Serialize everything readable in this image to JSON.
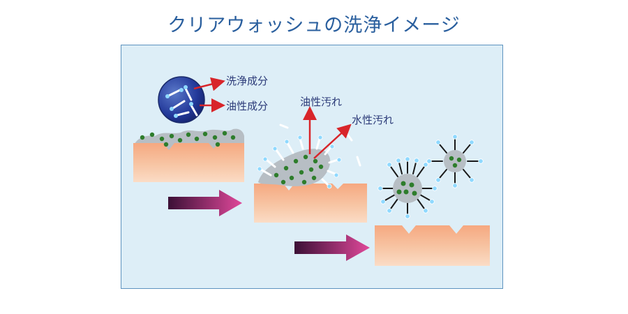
{
  "title": "クリアウォッシュの洗浄イメージ",
  "labels": {
    "cleansing_ingredient": "洗浄成分",
    "oil_ingredient": "油性成分",
    "oily_dirt": "油性汚れ",
    "water_dirt": "水性汚れ"
  },
  "colors": {
    "title": "#2a5f9e",
    "panel_bg": "#ddeef7",
    "panel_border": "#5d93bf",
    "skin": "#f2b48f",
    "dirt": "#b7bec4",
    "dirt_particle": "#2e7d2c",
    "arrow_red": "#d8252a",
    "label_text": "#2b3a78",
    "big_arrow_start": "#3b1036",
    "big_arrow_end": "#e0489a"
  }
}
